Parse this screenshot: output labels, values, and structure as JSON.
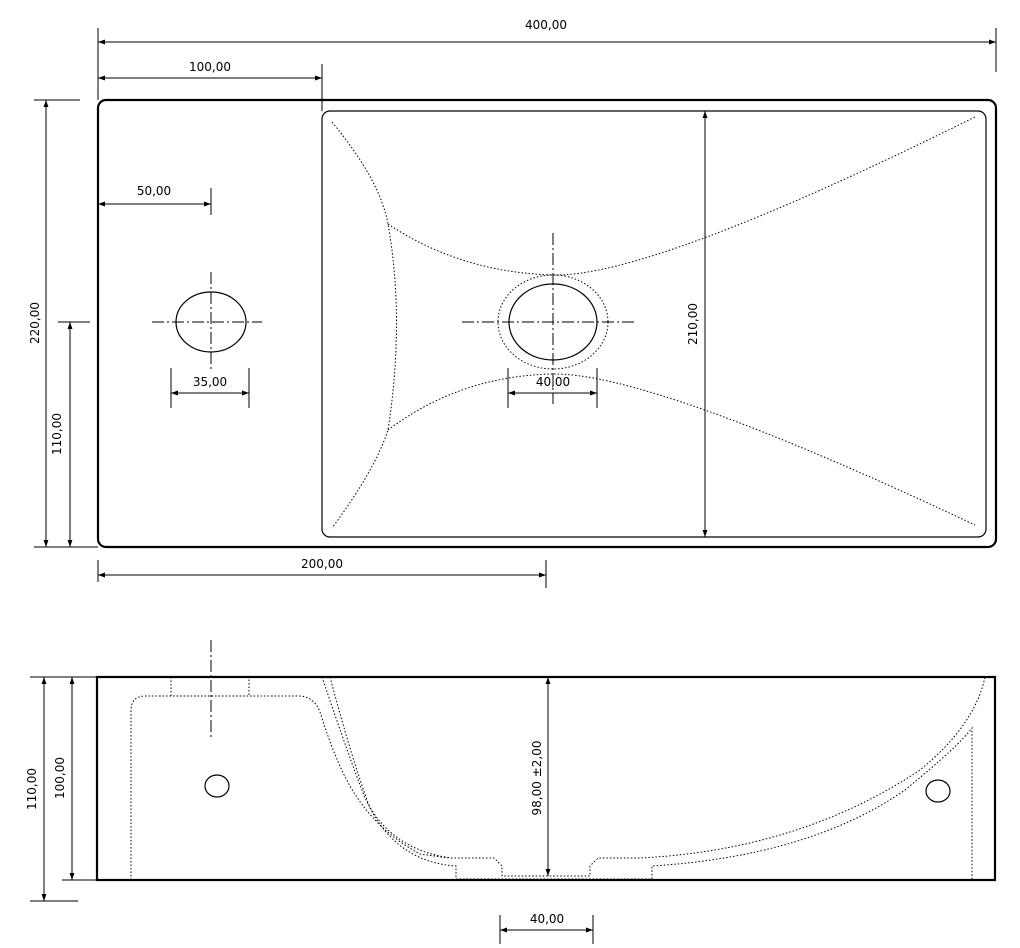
{
  "top_view": {
    "dims": {
      "overall_width": "400,00",
      "deck_width": "100,00",
      "tap_offset": "50,00",
      "tap_hole": "35,00",
      "drain_diameter": "40,00",
      "drain_offset": "200,00",
      "overall_depth": "220,00",
      "tap_center_depth": "110,00",
      "bowl_depth": "210,00"
    }
  },
  "side_view": {
    "dims": {
      "overall_height": "110,00",
      "inner_height": "100,00",
      "bowl_height": "98,00 ±2,00",
      "drain_width": "40,00"
    }
  }
}
